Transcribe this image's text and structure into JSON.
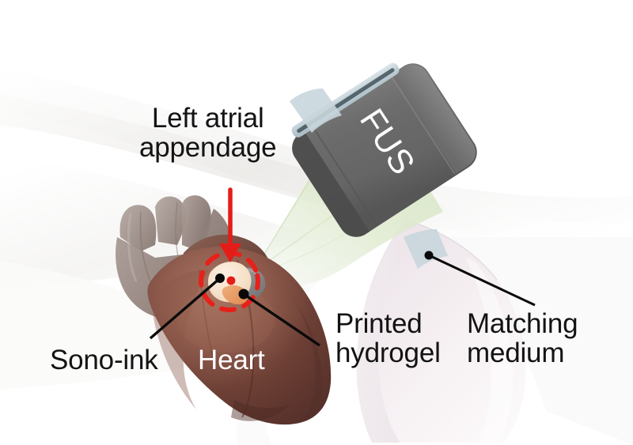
{
  "figure": {
    "type": "scientific-illustration",
    "title": "Focused ultrasound activation of printed sono-ink hydrogel on the left atrial appendage",
    "background_color": "#ffffff"
  },
  "labels": {
    "left_atrial_appendage": {
      "line1": "Left atrial",
      "line2": "appendage",
      "color": "#131313"
    },
    "sono_ink": {
      "text": "Sono-ink",
      "color": "#141414"
    },
    "heart": {
      "text": "Heart",
      "color": "#ffffff"
    },
    "printed_hydrogel": {
      "line1": "Printed",
      "line2": "hydrogel",
      "color": "#131313"
    },
    "matching_medium": {
      "line1": "Matching",
      "line2": "medium",
      "color": "#131313"
    },
    "fus": {
      "text": "FUS",
      "color": "#ffffff"
    }
  },
  "colors": {
    "transducer_body": "#6f6f6f",
    "transducer_dark_edge": "#4e4e4e",
    "transducer_light_face": "#c9d6db",
    "ultrasound_beam": "#dde9d2",
    "matching_medium": "#eee5e9",
    "heart_body": "#6e3f36",
    "heart_highlight": "#8d5a4b",
    "great_vessels": "#9a8984",
    "sono_ink": "#f6e2cd",
    "sono_ink_accent": "#e59a62",
    "marker_red": "#e51d18",
    "dashed_ring": "#e8201a",
    "leader_line": "#0a0a0a",
    "printed_hydrogel_patch": "#8d8d8d"
  },
  "annotations": {
    "arrow": {
      "name": "red-down-arrow",
      "color": "#e51d18",
      "points_to": "left atrial appendage target site"
    },
    "dashed_ring": {
      "name": "red-dashed-circle",
      "color": "#e8201a",
      "dashes": 9
    },
    "leaders": [
      {
        "name": "sono-ink-leader",
        "from": "Sono-ink label",
        "to": "sono-ink patch"
      },
      {
        "name": "heart-leader",
        "from": "Heart label",
        "to": "heart surface"
      },
      {
        "name": "printed-hydrogel-leader",
        "from": "Printed hydrogel label",
        "to": "hydrogel patch"
      },
      {
        "name": "matching-medium-leader",
        "from": "Matching medium label",
        "to": "matching medium body"
      }
    ]
  }
}
